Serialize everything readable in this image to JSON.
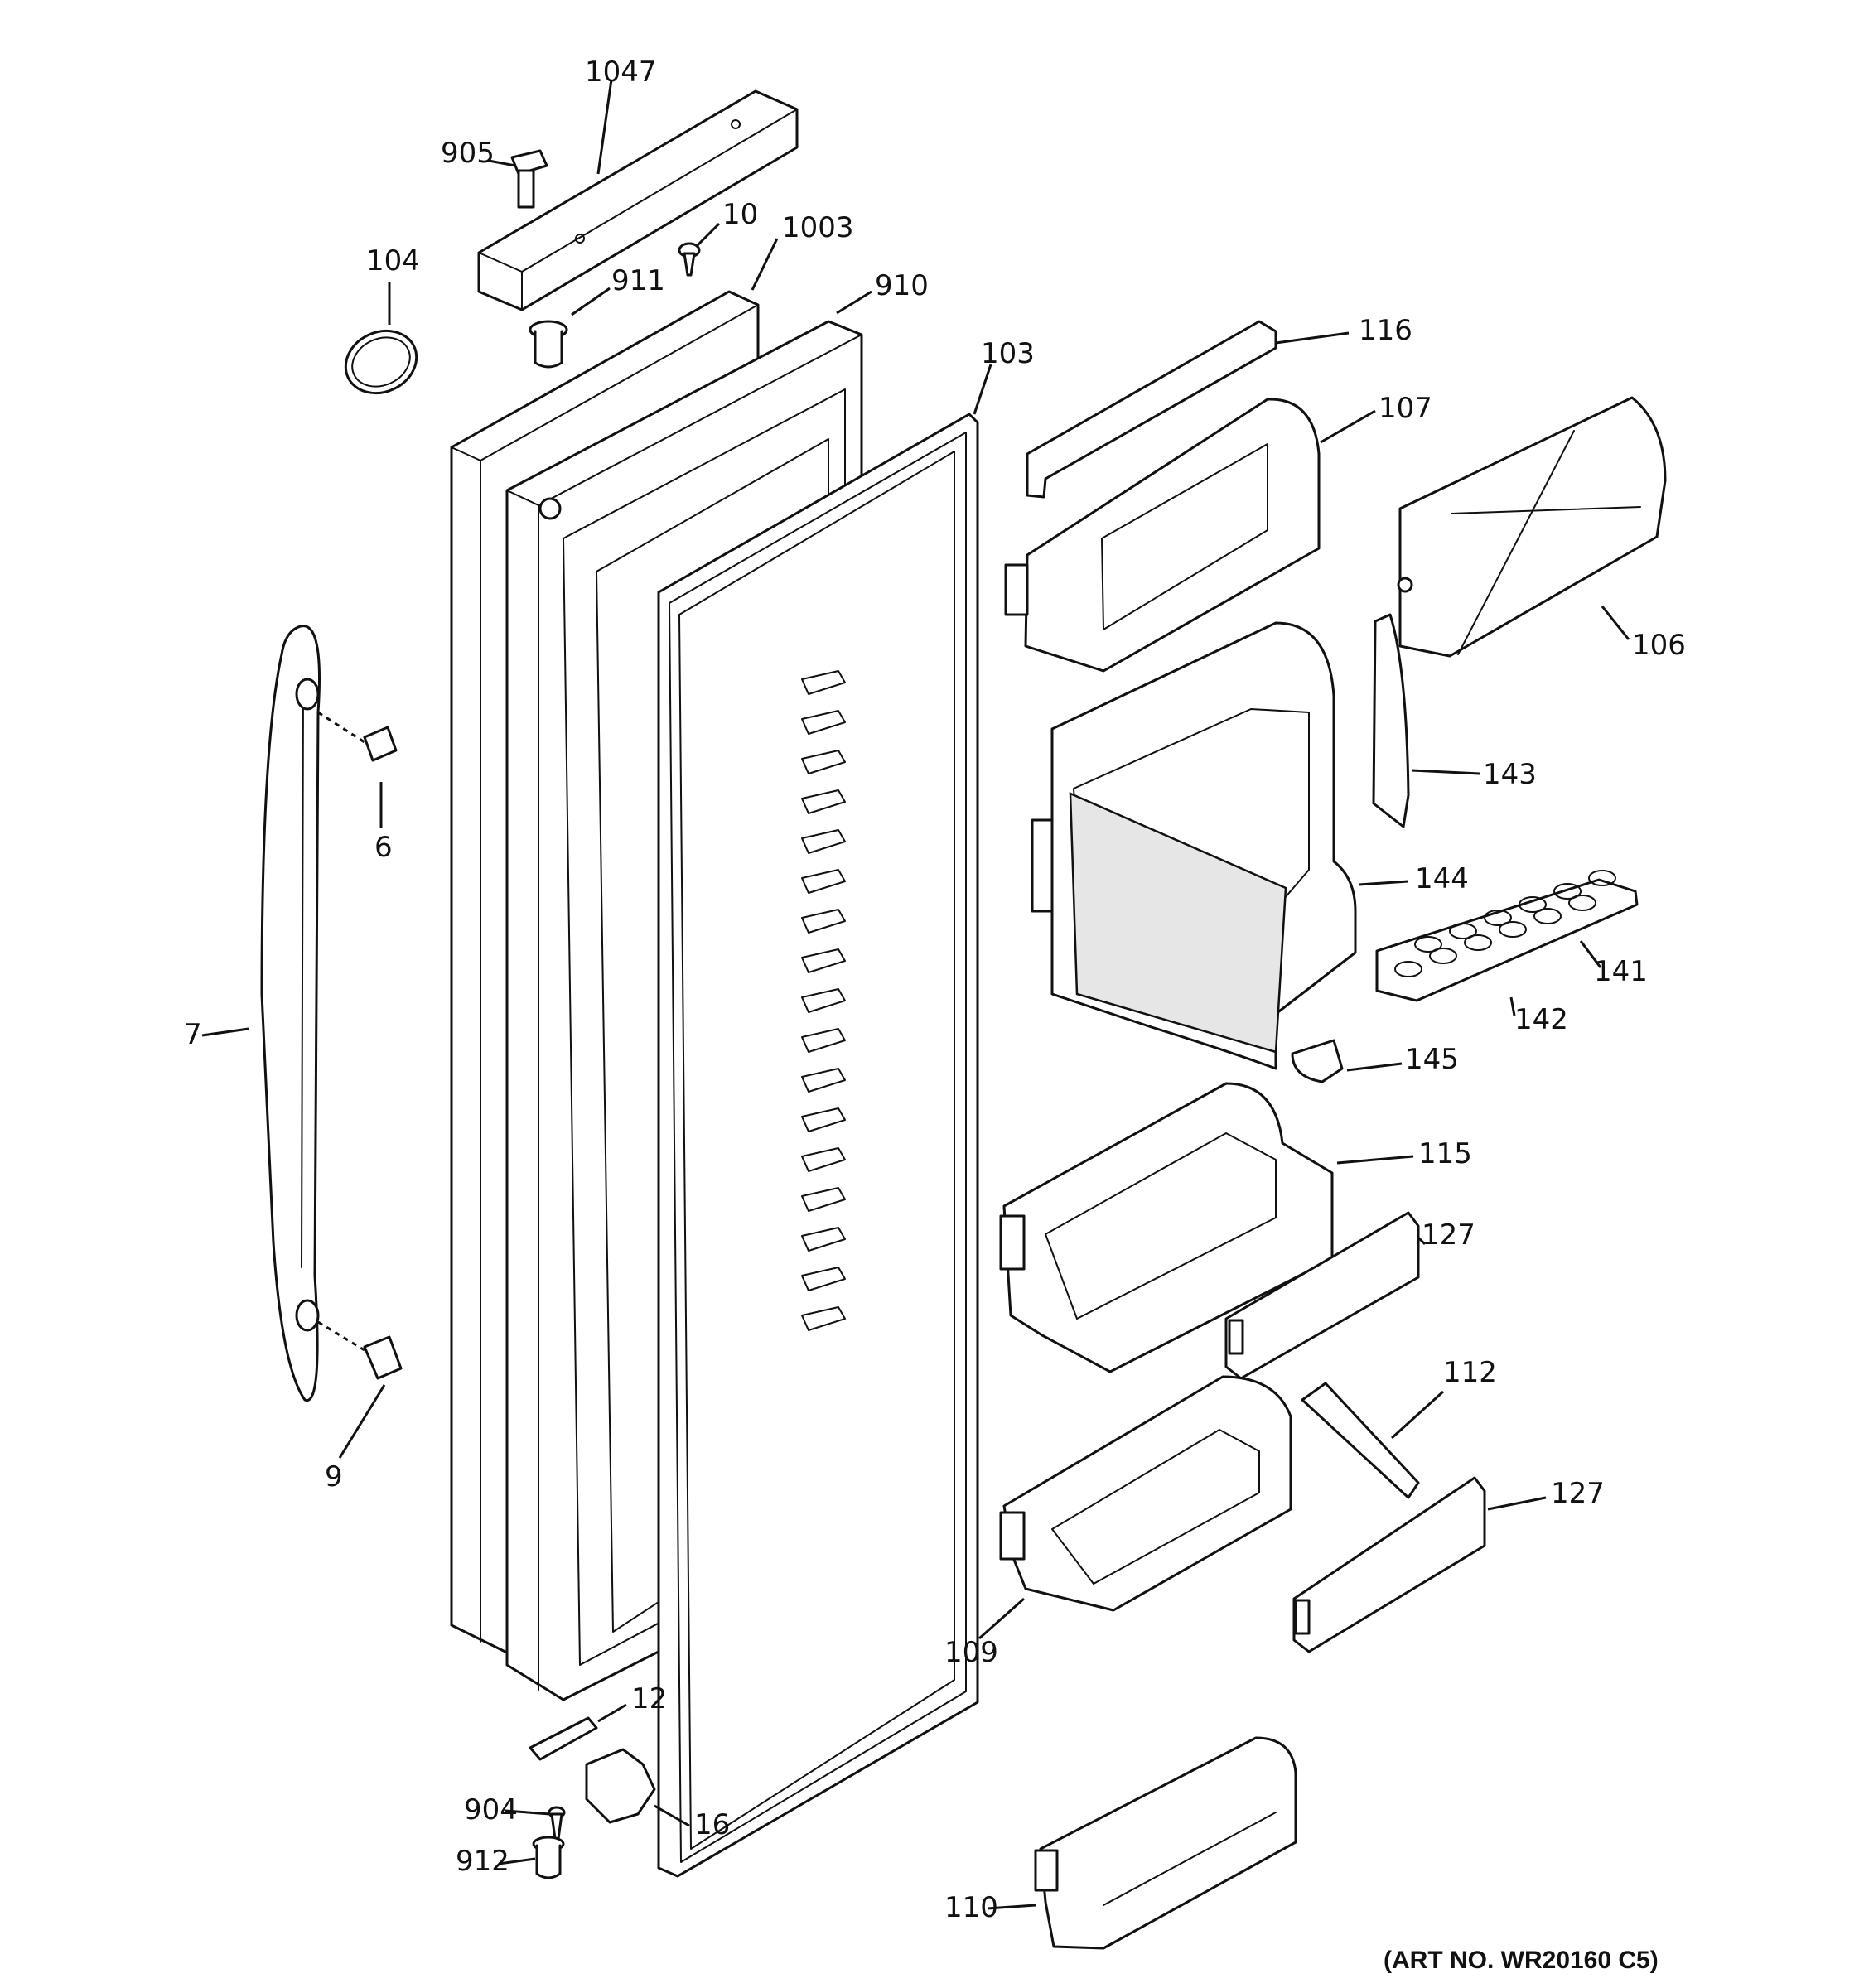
{
  "art_number": "(ART NO. WR20160 C5)",
  "callouts": [
    {
      "id": "1047",
      "text": "1047"
    },
    {
      "id": "905",
      "text": "905"
    },
    {
      "id": "10",
      "text": "10"
    },
    {
      "id": "1003",
      "text": "1003"
    },
    {
      "id": "104",
      "text": "104"
    },
    {
      "id": "911",
      "text": "911"
    },
    {
      "id": "910",
      "text": "910"
    },
    {
      "id": "103",
      "text": "103"
    },
    {
      "id": "116",
      "text": "116"
    },
    {
      "id": "107",
      "text": "107"
    },
    {
      "id": "106",
      "text": "106"
    },
    {
      "id": "6",
      "text": "6"
    },
    {
      "id": "7",
      "text": "7"
    },
    {
      "id": "143",
      "text": "143"
    },
    {
      "id": "144",
      "text": "144"
    },
    {
      "id": "141",
      "text": "141"
    },
    {
      "id": "142",
      "text": "142"
    },
    {
      "id": "145",
      "text": "145"
    },
    {
      "id": "115",
      "text": "115"
    },
    {
      "id": "127a",
      "text": "127"
    },
    {
      "id": "9",
      "text": "9"
    },
    {
      "id": "112",
      "text": "112"
    },
    {
      "id": "127b",
      "text": "127"
    },
    {
      "id": "109",
      "text": "109"
    },
    {
      "id": "12",
      "text": "12"
    },
    {
      "id": "904",
      "text": "904"
    },
    {
      "id": "16",
      "text": "16"
    },
    {
      "id": "912",
      "text": "912"
    },
    {
      "id": "110",
      "text": "110"
    }
  ]
}
